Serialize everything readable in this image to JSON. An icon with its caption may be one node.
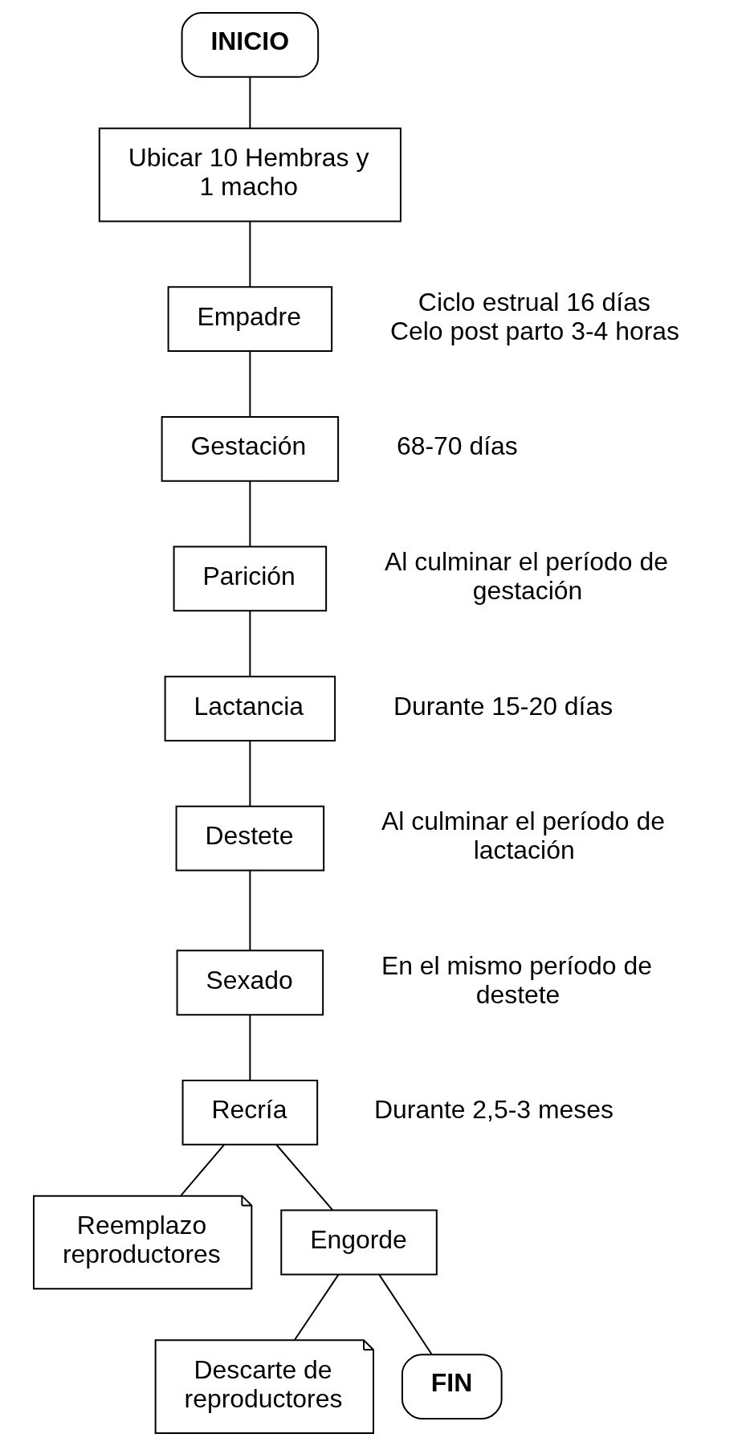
{
  "diagram": {
    "nodes": [
      {
        "text": [
          "INICIO"
        ]
      },
      {
        "text": [
          "Ubicar 10 Hembras y 1 macho"
        ]
      },
      {
        "text": [
          "Empadre"
        ],
        "beside": [
          "Ciclo estrual 16 días",
          "Celo post parto 3-4 horas"
        ]
      },
      {
        "text": [
          "Gestación"
        ],
        "beside": [
          "68-70 días"
        ]
      },
      {
        "text": [
          "Parición"
        ],
        "beside": [
          "Al culminar el período de gestación"
        ]
      },
      {
        "text": [
          "Lactancia"
        ],
        "beside": [
          "Durante 15-20 días"
        ]
      },
      {
        "text": [
          "Destete"
        ],
        "beside": [
          "Al culminar el período de lactación"
        ]
      },
      {
        "text": [
          "Sexado"
        ],
        "beside": [
          "En el mismo período de destete"
        ]
      },
      {
        "text": [
          "Recría"
        ],
        "beside": [
          "Durante 2,5-3 meses"
        ]
      },
      {
        "text": [
          "Reemplazo reproductores"
        ]
      },
      {
        "text": [
          "Engorde"
        ]
      },
      {
        "text": [
          "Descarte de reproductores"
        ]
      },
      {
        "text": [
          "FIN"
        ]
      }
    ],
    "edges": [
      {
        "from": 0,
        "to": 1,
        "arrow": "none"
      },
      {
        "from": 1,
        "to": 2,
        "arrow": "none"
      },
      {
        "from": 2,
        "to": 3,
        "arrow": "none"
      },
      {
        "from": 3,
        "to": 4,
        "arrow": "none"
      },
      {
        "from": 4,
        "to": 5,
        "arrow": "none"
      },
      {
        "from": 5,
        "to": 6,
        "arrow": "none"
      },
      {
        "from": 6,
        "to": 7,
        "arrow": "none"
      },
      {
        "from": 7,
        "to": 8,
        "arrow": "none"
      },
      {
        "from": 8,
        "to": 9,
        "arrow": "none"
      },
      {
        "from": 8,
        "to": 10,
        "arrow": "none"
      },
      {
        "from": 10,
        "to": 11,
        "arrow": "none"
      },
      {
        "from": 10,
        "to": 12,
        "arrow": "none"
      }
    ]
  }
}
